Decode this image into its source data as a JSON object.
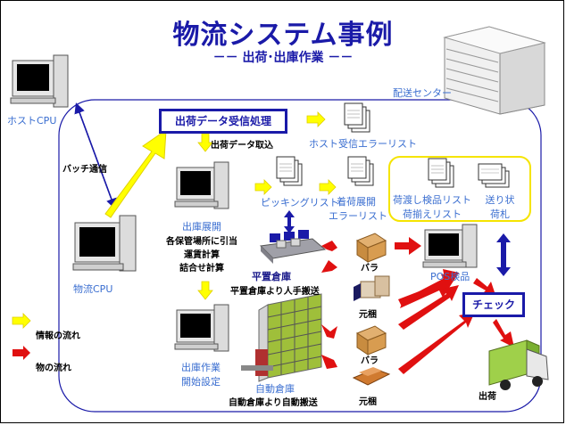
{
  "title": "物流システム事例",
  "subtitle": "－－ 出荷･出庫作業 －－",
  "labels": {
    "host_cpu": "ホストCPU",
    "distribution_center": "配送センター",
    "batch_comm": "バッチ通信",
    "shipping_data_process": "出荷データ受信処理",
    "shipping_data_fetch": "出荷データ取込",
    "host_error_list": "ホスト受信エラーリスト",
    "picking_list": "ピッキングリスト",
    "arrival_error_list_1": "着荷展開",
    "arrival_error_list_2": "エラーリスト",
    "delivery_list_1": "荷渡し検品リスト",
    "delivery_list_2": "荷揃えリスト",
    "invoice_1": "送り状",
    "invoice_2": "荷札",
    "logistics_cpu": "物流CPU",
    "shipping_expand_1": "出庫展開",
    "shipping_expand_2": "各保管場所に引当",
    "shipping_expand_3": "運賃計算",
    "shipping_expand_4": "詰合せ計算",
    "flat_warehouse": "平置倉庫",
    "flat_warehouse_note": "平置倉庫より人手搬送",
    "bara_1": "バラ",
    "motokon_1": "元梱",
    "bara_2": "バラ",
    "motokon_2": "元梱",
    "pos_inspection": "POS検品",
    "check": "チェック",
    "shipping_start_1": "出庫作業",
    "shipping_start_2": "開始設定",
    "auto_warehouse": "自動倉庫",
    "auto_warehouse_note": "自動倉庫より自動搬送",
    "shipment": "出荷",
    "legend_info": "情報の流れ",
    "legend_goods": "物の流れ"
  },
  "icons": [
    "computer-icon",
    "building-icon",
    "document-icon",
    "shelf-icon",
    "box-icon",
    "truck-icon"
  ],
  "colors": {
    "title": "#1a1aa8",
    "info_flow": "#ffff00",
    "goods_flow": "#e01010",
    "label_blue": "#3a6ed0",
    "highlight_border": "#f5e400"
  }
}
